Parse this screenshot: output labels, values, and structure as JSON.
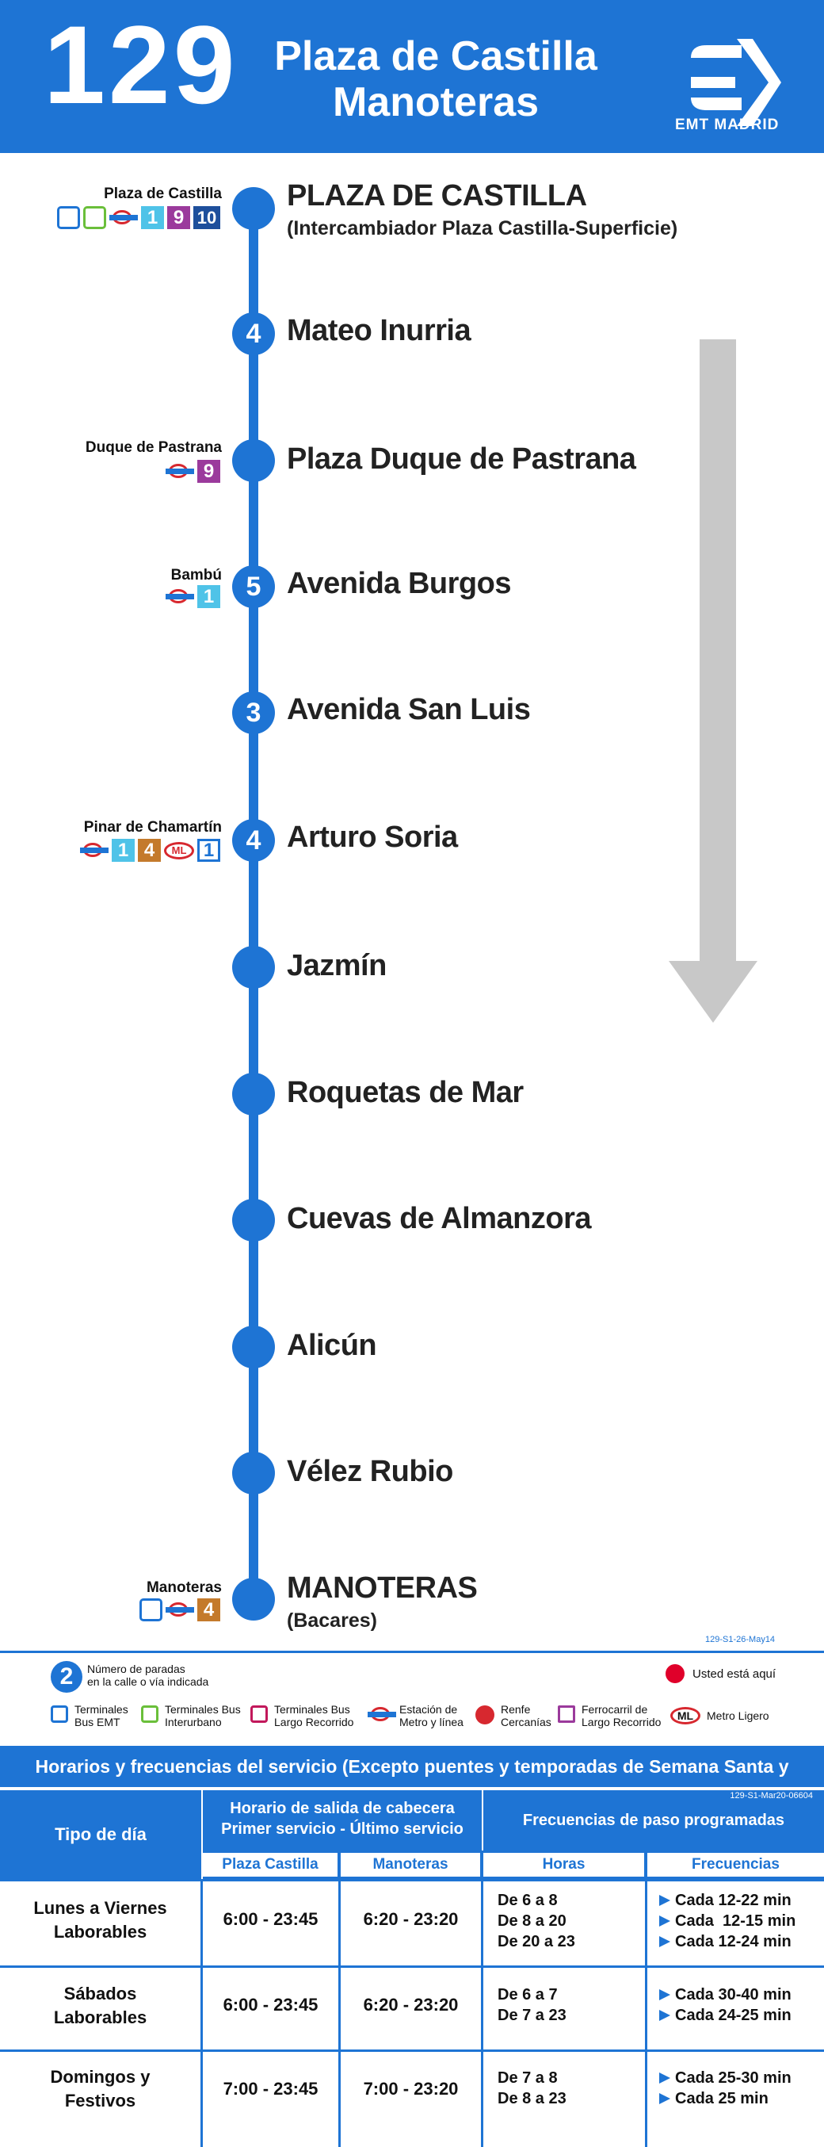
{
  "header": {
    "route_number": "129",
    "title_line1": "Plaza de Castilla",
    "title_line2": "Manoteras",
    "brand": "EMT MADRID"
  },
  "stops": [
    {
      "name": "PLAZA DE CASTILLA",
      "sub": "(Intercambiador Plaza Castilla-Superficie)",
      "count": "",
      "conn_label": "Plaza de Castilla",
      "lines": [
        "1",
        "9",
        "10"
      ]
    },
    {
      "name": "Mateo Inurria",
      "count": "4"
    },
    {
      "name": "Plaza Duque de Pastrana",
      "count": "",
      "conn_label": "Duque de Pastrana",
      "lines": [
        "9"
      ]
    },
    {
      "name": "Avenida Burgos",
      "count": "5",
      "conn_label": "Bambú",
      "lines": [
        "1"
      ]
    },
    {
      "name": "Avenida San Luis",
      "count": "3"
    },
    {
      "name": "Arturo Soria",
      "count": "4",
      "conn_label": "Pinar de Chamartín",
      "lines": [
        "1",
        "4"
      ],
      "ml_line": "1"
    },
    {
      "name": "Jazmín",
      "count": ""
    },
    {
      "name": "Roquetas de Mar",
      "count": ""
    },
    {
      "name": "Cuevas de Almanzora",
      "count": ""
    },
    {
      "name": "Alicún",
      "count": ""
    },
    {
      "name": "Vélez Rubio",
      "count": ""
    },
    {
      "name": "MANOTERAS",
      "sub": "(Bacares)",
      "count": "",
      "conn_label": "Manoteras",
      "lines": [
        "4"
      ]
    }
  ],
  "line_colors": {
    "1": "#4fc3e8",
    "4": "#c47a2c",
    "9": "#9b3a9c",
    "10": "#1e4f9c"
  },
  "codes": {
    "map_code": "129-S1-26-May14",
    "table_code": "129-S1-Mar20-06604"
  },
  "legend": {
    "count_sample": "2",
    "count_text_1": "Número de paradas",
    "count_text_2": "en la calle o vía indicada",
    "here": "Usted está aquí",
    "items": [
      {
        "l1": "Terminales",
        "l2": "Bus EMT"
      },
      {
        "l1": "Terminales Bus",
        "l2": "Interurbano"
      },
      {
        "l1": "Terminales Bus",
        "l2": "Largo Recorrido"
      },
      {
        "l1": "Estación de",
        "l2": "Metro y línea"
      },
      {
        "l1": "Renfe",
        "l2": "Cercanías"
      },
      {
        "l1": "Ferrocarril de",
        "l2": "Largo Recorrido"
      },
      {
        "l1": "Metro Ligero",
        "l2": ""
      }
    ],
    "ml_mark": "ML"
  },
  "schedule": {
    "title": "Horarios y frecuencias del servicio (Excepto puentes y temporadas de Semana Santa y Verano)",
    "col_day": "Tipo de día",
    "col_first_last_1": "Horario de salida de cabecera",
    "col_first_last_2": "Primer servicio - Último servicio",
    "col_freq": "Frecuencias de paso programadas",
    "sub_a": "Plaza Castilla",
    "sub_b": "Manoteras",
    "sub_hours": "Horas",
    "sub_freq": "Frecuencias",
    "rows": [
      {
        "day1": "Lunes a Viernes",
        "day2": "Laborables",
        "a": "6:00 - 23:45",
        "b": "6:20 - 23:20",
        "hours": [
          "De 6 a 8",
          "De 8 a 20",
          "De 20 a 23"
        ],
        "freqs": [
          "Cada 12-22 min",
          "Cada  12-15 min",
          "Cada 12-24 min"
        ]
      },
      {
        "day1": "Sábados",
        "day2": "Laborables",
        "a": "6:00 - 23:45",
        "b": "6:20 - 23:20",
        "hours": [
          "De 6 a 7",
          "De 7 a 23"
        ],
        "freqs": [
          "Cada 30-40 min",
          "Cada 24-25 min"
        ]
      },
      {
        "day1": "Domingos y",
        "day2": "Festivos",
        "a": "7:00 - 23:45",
        "b": "7:00 - 23:20",
        "hours": [
          "De 7 a 8",
          "De 8 a 23"
        ],
        "freqs": [
          "Cada 25-30 min",
          "Cada 25 min"
        ]
      }
    ]
  }
}
